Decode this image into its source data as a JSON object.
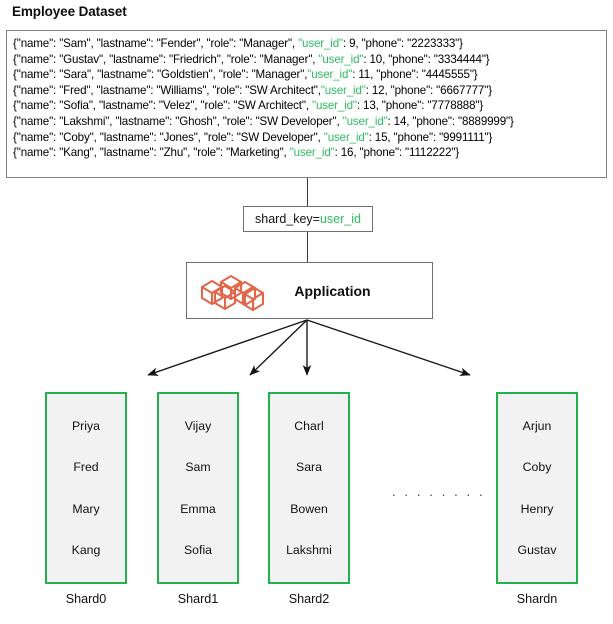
{
  "title": "Employee Dataset",
  "dataset": {
    "records": [
      {
        "prefix": "{\"name\": \"Sam\", \"lastname\": \"Fender\", \"role\": \"Manager\", ",
        "uid_key": "\"user_id\"",
        "uid_rest": ": 9,  \"phone\": \"2223333\"}"
      },
      {
        "prefix": "{\"name\": \"Gustav\", \"lastname\": \"Friedrich\", \"role\": \"Manager\", ",
        "uid_key": "\"user_id\"",
        "uid_rest": ": 10, \"phone\": \"3334444\"}"
      },
      {
        "prefix": "{\"name\": \"Sara\", \"lastname\": \"Goldstien\", \"role\": \"Manager\",",
        "uid_key": "\"user_id\"",
        "uid_rest": ": 11, \"phone\": \"4445555\"}"
      },
      {
        "prefix": "{\"name\": \"Fred\", \"lastname\": \"Williams\", \"role\": \"SW Architect\",",
        "uid_key": "\"user_id\"",
        "uid_rest": ": 12, \"phone\": \"6667777\"}"
      },
      {
        "prefix": "{\"name\": \"Sofia\", \"lastname\": \"Velez\", \"role\": \"SW Architect\", ",
        "uid_key": "\"user_id\"",
        "uid_rest": ": 13, \"phone\": \"7778888\"}"
      },
      {
        "prefix": "{\"name\": \"Lakshmi\", \"lastname\": \"Ghosh\", \"role\": \"SW Developer\", ",
        "uid_key": "\"user_id\"",
        "uid_rest": ": 14, \"phone\": \"8889999\"}"
      },
      {
        "prefix": "{\"name\": \"Coby\", \"lastname\": \"Jones\", \"role\": \"SW Developer\", ",
        "uid_key": "\"user_id\"",
        "uid_rest": ": 15, \"phone\": \"9991111\"}"
      },
      {
        "prefix": "{\"name\": \"Kang\", \"lastname\": \"Zhu\", \"role\": \"Marketing\", ",
        "uid_key": "\"user_id\"",
        "uid_rest": ": 16, \"phone\": \"1112222\"}"
      }
    ]
  },
  "shard_key": {
    "label": "shard_key=",
    "value": "user_id"
  },
  "application": {
    "label": "Application",
    "icon": "cubes-icon"
  },
  "shards": [
    {
      "caption": "Shard0",
      "names": [
        "Priya",
        "Fred",
        "Mary",
        "Kang"
      ]
    },
    {
      "caption": "Shard1",
      "names": [
        "Vijay",
        "Sam",
        "Emma",
        "Sofia"
      ]
    },
    {
      "caption": "Shard2",
      "names": [
        "Charl",
        "Sara",
        "Bowen",
        "Lakshmi"
      ]
    },
    {
      "caption": "Shardn",
      "names": [
        "Arjun",
        "Coby",
        "Henry",
        "Gustav"
      ]
    }
  ],
  "ellipsis": ". . . . . . . .",
  "colors": {
    "shard_border": "#22b14c",
    "shard_fill": "#f2f2f2",
    "accent_key": "#2fbd63",
    "app_icon": "#e2674a",
    "box_border": "#808080",
    "arrow": "#141414"
  }
}
